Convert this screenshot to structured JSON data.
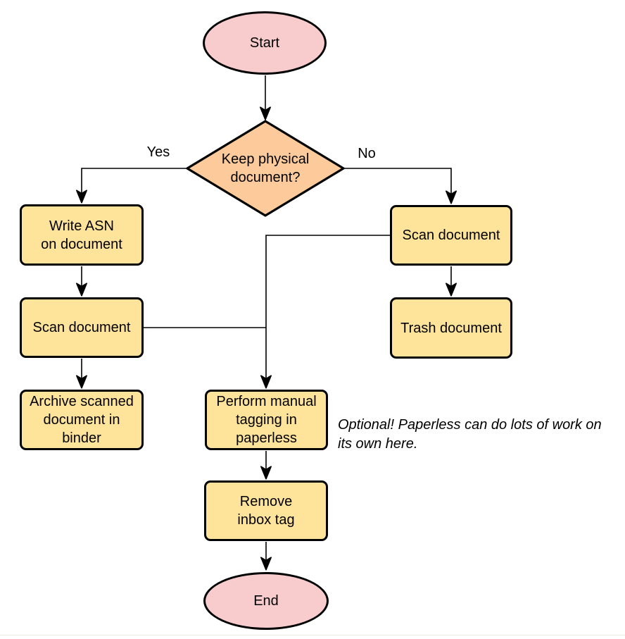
{
  "diagram": {
    "nodes": {
      "start": {
        "label": "Start"
      },
      "decision": {
        "label": "Keep physical\ndocument?"
      },
      "write_asn": {
        "label": "Write ASN\non document"
      },
      "scan_left": {
        "label": "Scan document"
      },
      "archive": {
        "label": "Archive scanned\ndocument in\nbinder"
      },
      "scan_right": {
        "label": "Scan document"
      },
      "trash": {
        "label": "Trash document"
      },
      "tagging": {
        "label": "Perform manual\ntagging in\npaperless"
      },
      "remove_inbox": {
        "label": "Remove\ninbox tag"
      },
      "end": {
        "label": "End"
      }
    },
    "edge_labels": {
      "yes": "Yes",
      "no": "No"
    },
    "annotation": "Optional! Paperless can do lots of work on\nits own here.",
    "colors": {
      "terminal_fill": "#F8CBCD",
      "decision_fill": "#FDCB9B",
      "process_fill": "#FEE39B",
      "stroke": "#000000"
    }
  }
}
